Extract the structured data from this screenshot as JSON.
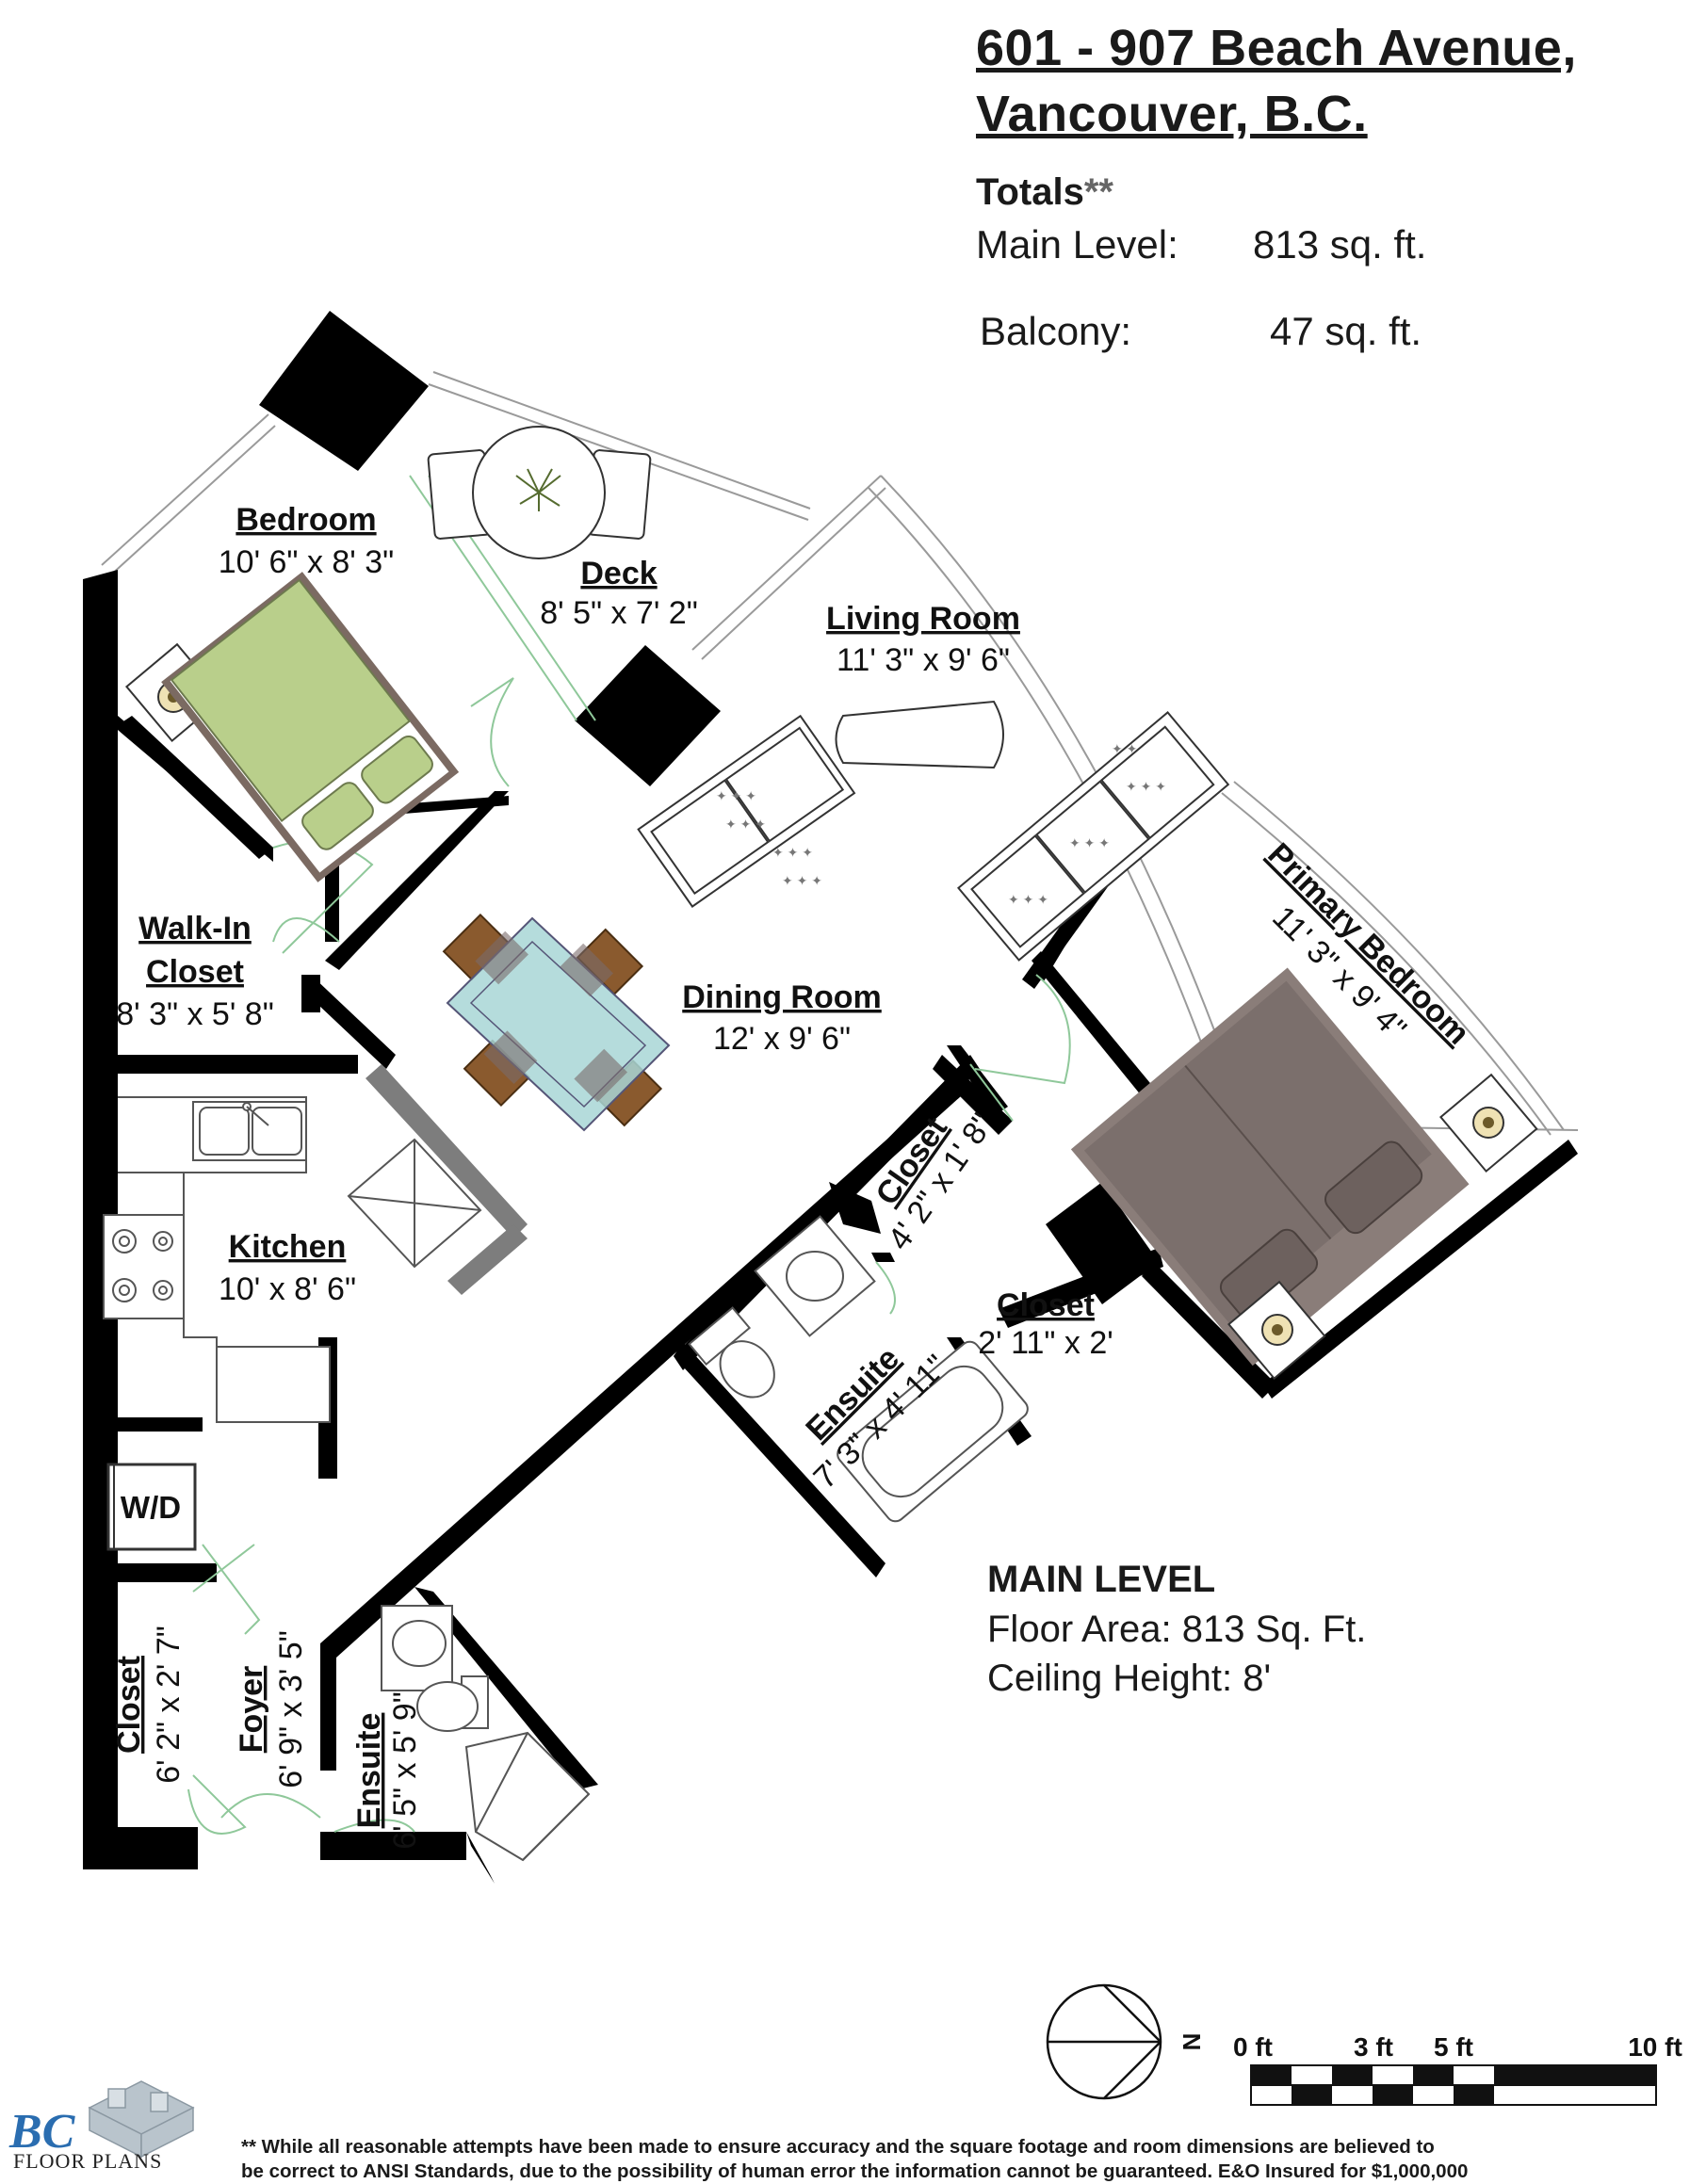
{
  "header": {
    "address_line1": "601 - 907 Beach Avenue,",
    "address_line2": "Vancouver, B.C.",
    "totals_label": "Totals",
    "totals_mark": "**",
    "main_level_label": "Main Level:",
    "main_level_value": "813 sq. ft.",
    "balcony_label": "Balcony:",
    "balcony_value": "47 sq. ft."
  },
  "rooms": {
    "bedroom": {
      "name": "Bedroom",
      "dims": "10' 6\" x 8' 3\""
    },
    "deck": {
      "name": "Deck",
      "dims": "8' 5\" x 7' 2\""
    },
    "living_room": {
      "name": "Living Room",
      "dims": "11' 3\" x 9' 6\""
    },
    "walk_in_closet": {
      "name1": "Walk-In",
      "name2": "Closet",
      "dims": "8' 3\" x 5' 8\""
    },
    "dining_room": {
      "name": "Dining Room",
      "dims": "12' x 9' 6\""
    },
    "primary_bedroom": {
      "name": "Primary Bedroom",
      "dims": "11' 3\" x 9' 4\""
    },
    "closet_mid": {
      "name": "Closet",
      "dims": "4' 2\" x 1' 8\""
    },
    "kitchen": {
      "name": "Kitchen",
      "dims": "10' x 8' 6\""
    },
    "closet_small": {
      "name": "Closet",
      "dims": "2' 11\" x 2'"
    },
    "ensuite_main": {
      "name": "Ensuite",
      "dims": "7' 3\" x 4' 11\""
    },
    "washer_dryer": {
      "label": "W/D"
    },
    "closet_foyer": {
      "name": "Closet",
      "dims": "6' 2\" x 2' 7\""
    },
    "foyer": {
      "name": "Foyer",
      "dims": "6' 9\" x 3' 5\""
    },
    "ensuite_small": {
      "name": "Ensuite",
      "dims": "6' 5\" x 5' 9\""
    }
  },
  "main_level": {
    "title": "MAIN LEVEL",
    "floor_area": "Floor Area: 813 Sq. Ft.",
    "ceiling_height": "Ceiling Height: 8'"
  },
  "compass": {
    "north_label": "N"
  },
  "scale": {
    "labels": [
      "0 ft",
      "3 ft",
      "5 ft",
      "10 ft"
    ]
  },
  "logo": {
    "letters": "BC",
    "text": "FLOOR PLANS"
  },
  "disclaimer": {
    "line1": "** While all reasonable attempts have been made to ensure accuracy and the square footage and room dimensions are believed to",
    "line2": "be correct to ANSI Standards, due to the possibility of human error the information cannot be guaranteed. E&O Insured for $1,000,000"
  },
  "colors": {
    "wall": "#000000",
    "door": "#8fc89a",
    "bed_green": "#b9cf8b",
    "bed_grey": "#7b6f6c",
    "glass_table": "#a8d6d6",
    "chair": "#8a5a2e",
    "partition_grey": "#7d7d7d"
  }
}
